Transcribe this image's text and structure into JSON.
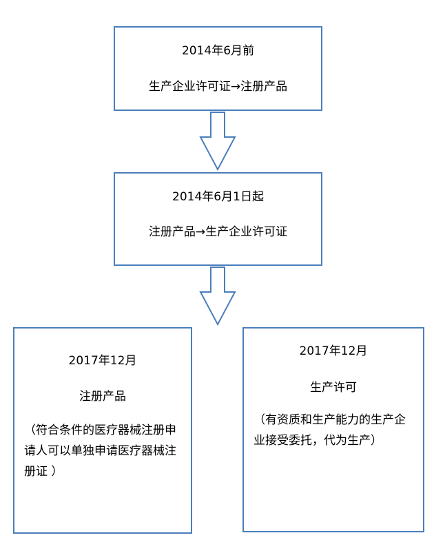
{
  "diagram": {
    "stage1": {
      "title": "2014年6月前",
      "text": "生产企业许可证→注册产品"
    },
    "stage2": {
      "title": "2014年6月1日起",
      "text": "注册产品→生产企业许可证"
    },
    "stage3_left": {
      "title": "2017年12月",
      "text": "注册产品",
      "note": "（符合条件的医疗器械注册申请人可以单独申请医疗器械注册证 ）"
    },
    "stage3_right": {
      "title": "2017年12月",
      "text": "生产许可",
      "note": "（有资质和生产能力的生产企业接受委托，代为生产）"
    },
    "colors": {
      "border": "#4a7ebb",
      "arrow": "#4a7ebb",
      "background": "#ffffff",
      "text": "#000000"
    }
  }
}
